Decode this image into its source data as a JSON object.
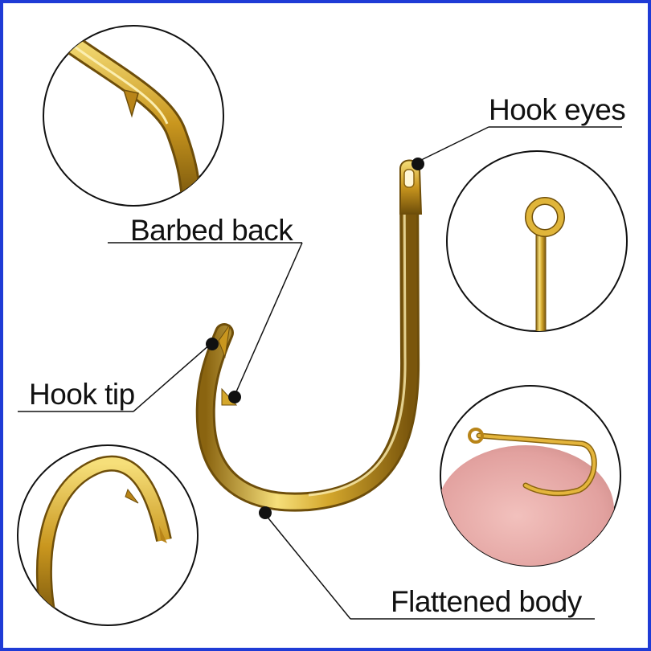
{
  "labels": {
    "hook_eyes": "Hook eyes",
    "barbed_back": "Barbed back",
    "hook_tip": "Hook tip",
    "flattened_body": "Flattened body"
  },
  "colors": {
    "border": "#1f3bd6",
    "gold": "#d4a72c",
    "gold_dark": "#8a6410",
    "gold_light": "#f6df7a",
    "skin": "#e9a9a6",
    "ink": "#111111"
  }
}
